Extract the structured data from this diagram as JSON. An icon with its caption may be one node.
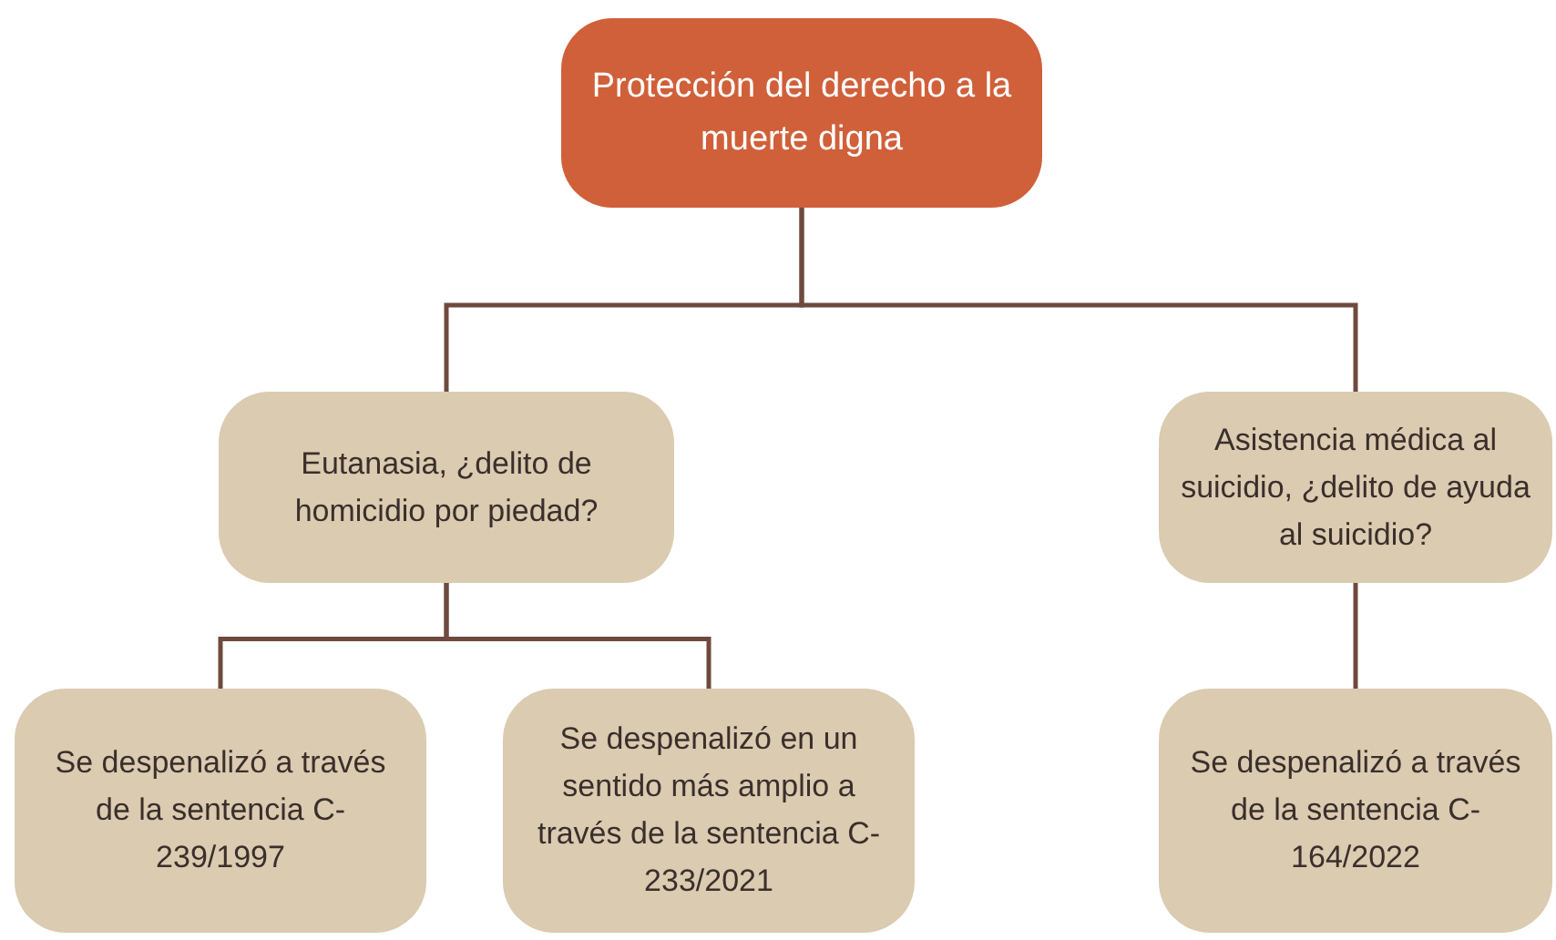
{
  "diagram": {
    "nodes": [
      {
        "text": [
          "Protección del derecho a la muerte digna"
        ]
      },
      {
        "text": [
          "Eutanasia, ¿delito de homicidio por piedad?"
        ]
      },
      {
        "text": [
          "Asistencia médica al suicidio, ¿delito de ayuda al suicidio?"
        ]
      },
      {
        "text": [
          "Se despenalizó a través de la sentencia C-239/1997"
        ]
      },
      {
        "text": [
          "Se despenalizó en un sentido más amplio a través de la sentencia C-233/2021"
        ]
      },
      {
        "text": [
          "Se despenalizó a través de la sentencia C-164/2022"
        ]
      }
    ],
    "edges": [
      {
        "from": 0,
        "to": 1,
        "arrow": "none"
      },
      {
        "from": 0,
        "to": 2,
        "arrow": "none"
      },
      {
        "from": 1,
        "to": 3,
        "arrow": "none"
      },
      {
        "from": 1,
        "to": 4,
        "arrow": "none"
      },
      {
        "from": 2,
        "to": 5,
        "arrow": "none"
      }
    ]
  }
}
